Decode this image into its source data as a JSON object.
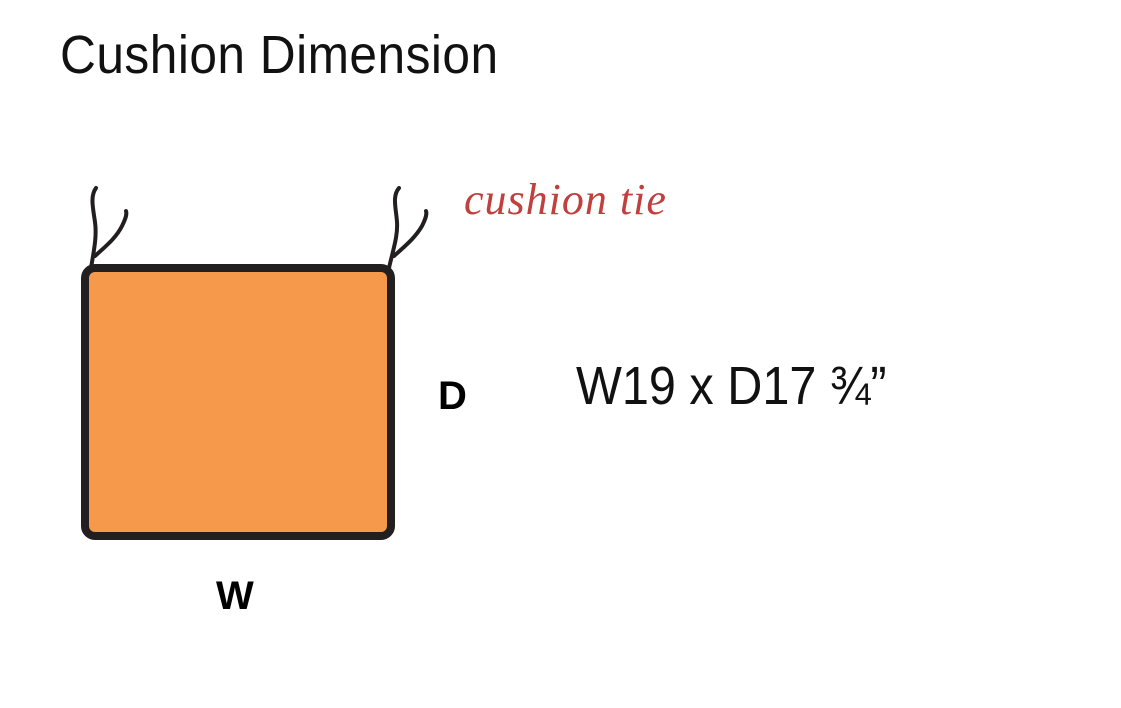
{
  "title": "Cushion Dimension",
  "diagram": {
    "tie_label": "cushion tie",
    "depth_label": "D",
    "width_label": "W",
    "cushion_color": "#f6994a",
    "outline_color": "#231f20",
    "tie_label_color": "#c0403e"
  },
  "dimensions": {
    "value": "W19 x D17 ¾”"
  }
}
